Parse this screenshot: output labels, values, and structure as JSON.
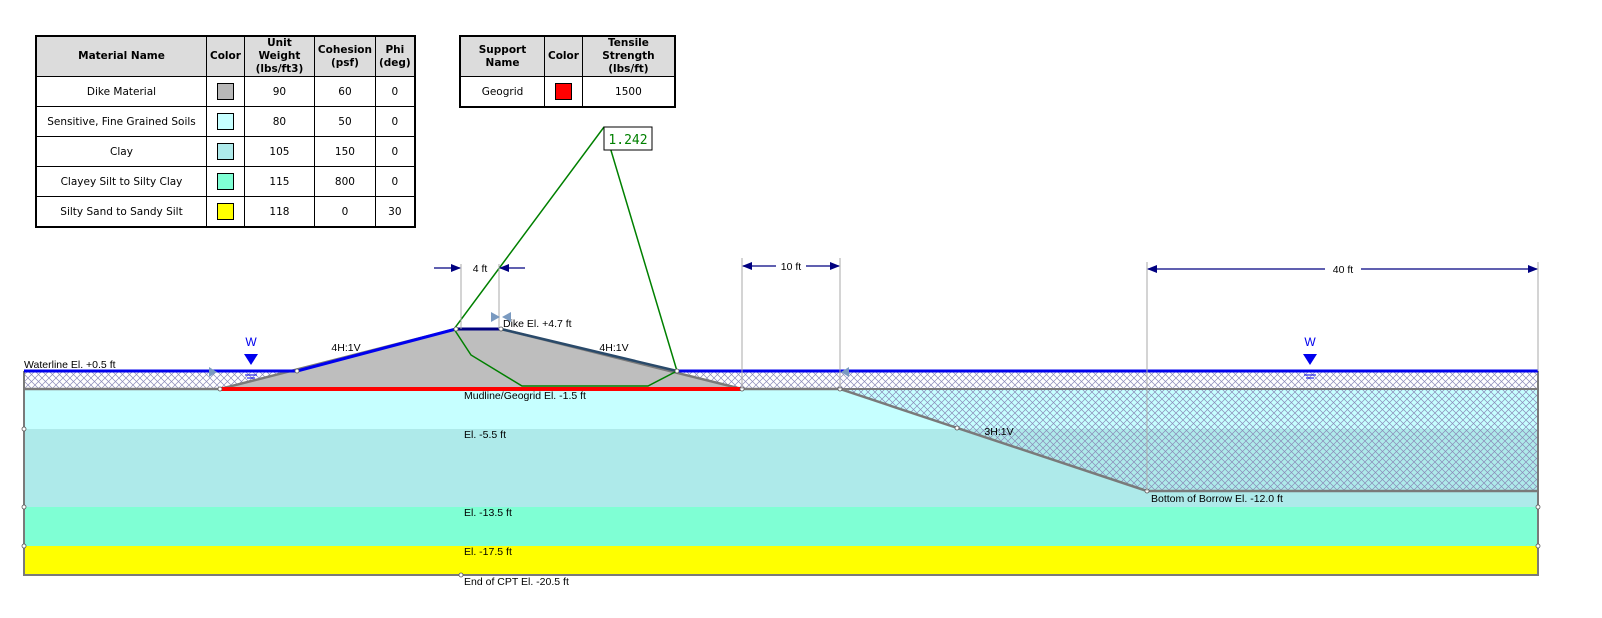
{
  "material_table": {
    "headers": [
      "Material Name",
      "Color",
      "Unit Weight (lbs/ft3)",
      "Cohesion (psf)",
      "Phi (deg)"
    ],
    "rows": [
      {
        "name": "Dike Material",
        "color": "#b8b8b8",
        "unit_weight": "90",
        "cohesion": "60",
        "phi": "0"
      },
      {
        "name": "Sensitive, Fine Grained Soils",
        "color": "#c6ffff",
        "unit_weight": "80",
        "cohesion": "50",
        "phi": "0"
      },
      {
        "name": "Clay",
        "color": "#aeeaea",
        "unit_weight": "105",
        "cohesion": "150",
        "phi": "0"
      },
      {
        "name": "Clayey Silt to Silty Clay",
        "color": "#7fffd4",
        "unit_weight": "115",
        "cohesion": "800",
        "phi": "0"
      },
      {
        "name": "Silty Sand to Sandy Silt",
        "color": "#ffff00",
        "unit_weight": "118",
        "cohesion": "0",
        "phi": "30"
      }
    ]
  },
  "support_table": {
    "headers": [
      "Support Name",
      "Color",
      "Tensile Strength (lbs/ft)"
    ],
    "rows": [
      {
        "name": "Geogrid",
        "color": "#ff0000",
        "tensile_strength": "1500"
      }
    ]
  },
  "factor_of_safety": "1.242",
  "dimensions": {
    "crest_width": "4 ft",
    "berm_width": "10 ft",
    "borrow_width": "40 ft"
  },
  "slopes": {
    "left": "4H:1V",
    "right": "4H:1V",
    "borrow": "3H:1V"
  },
  "water_marker": "W",
  "labels": {
    "waterline": "Waterline El. +0.5 ft",
    "dike_crest": "Dike El. +4.7 ft",
    "mudline": "Mudline/Geogrid El. -1.5 ft",
    "el_5_5": "El. -5.5 ft",
    "el_13_5": "El. -13.5 ft",
    "el_17_5": "El. -17.5 ft",
    "end_cpt": "End of CPT El. -20.5 ft",
    "borrow_bottom": "Bottom of Borrow El. -12.0 ft"
  },
  "colors": {
    "water_line": "#0000ee",
    "geogrid": "#ff0000",
    "slip_surface": "#008000",
    "dimension": "#000080",
    "hatch": "#8a8ab8"
  }
}
